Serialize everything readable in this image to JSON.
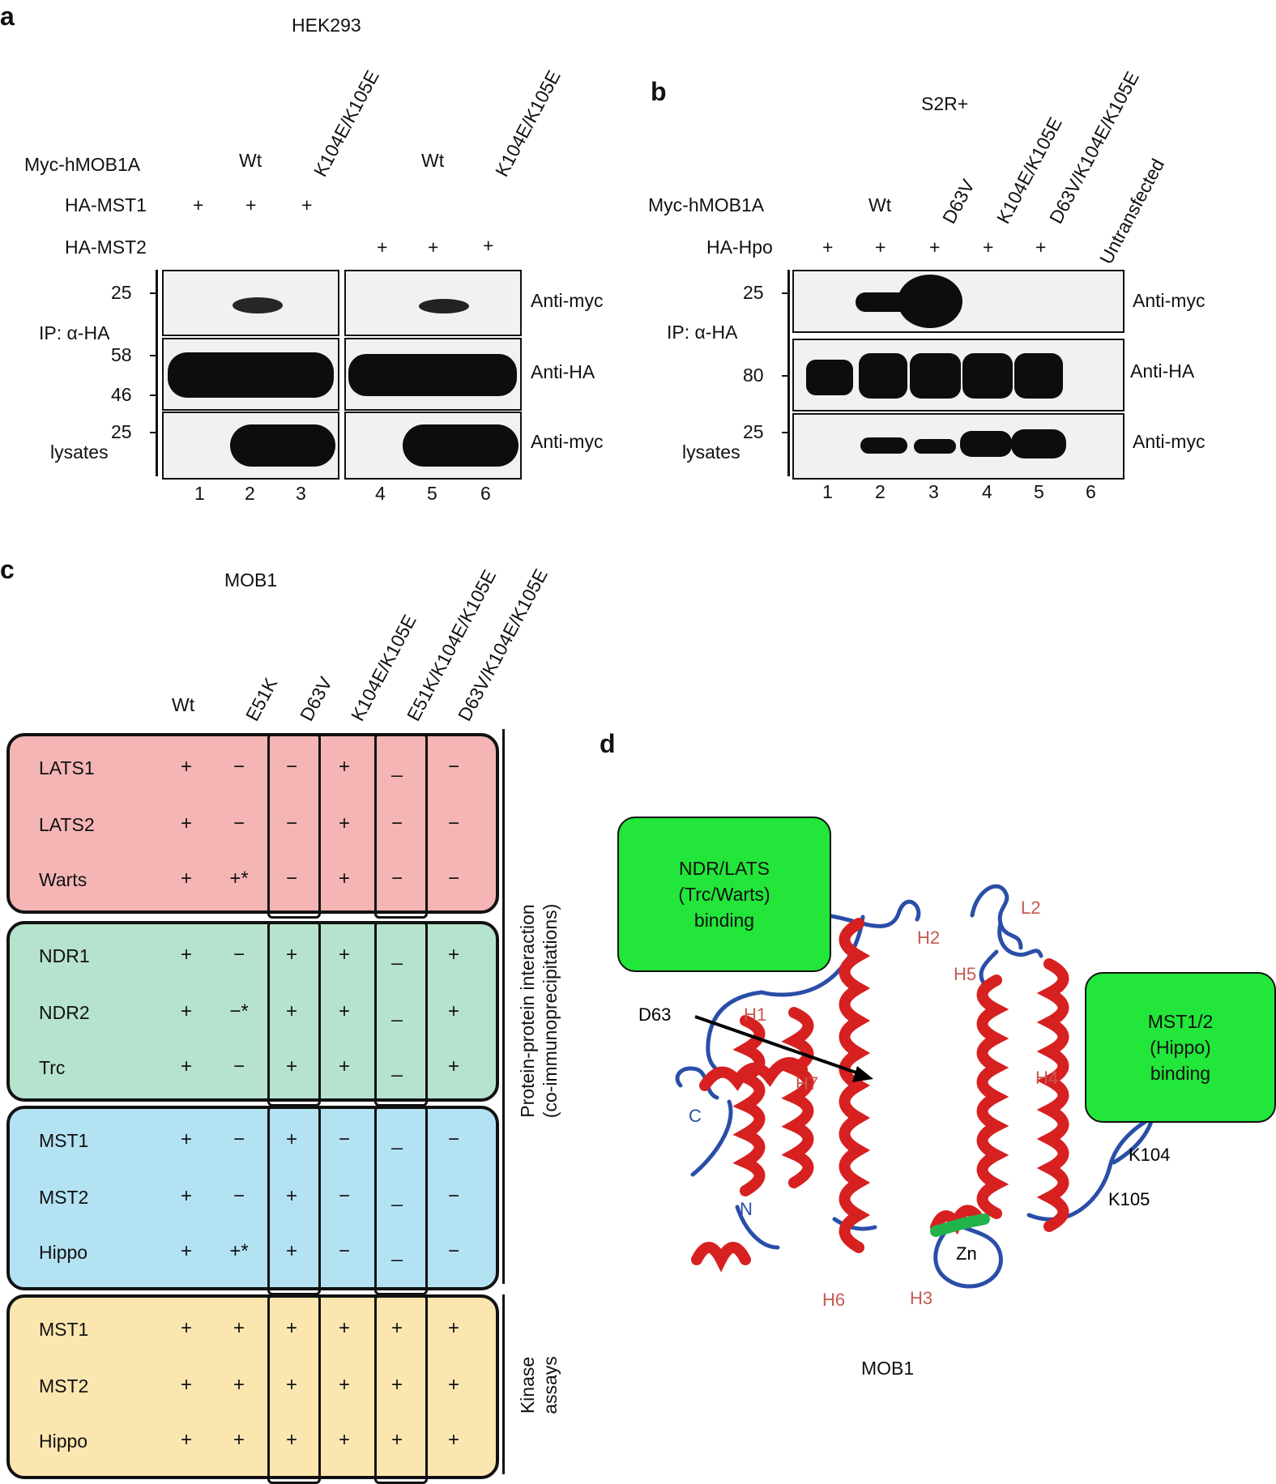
{
  "panel_a": {
    "letter": "a",
    "cell_line": "HEK293",
    "row_labels": {
      "myc": "Myc-hMOB1A",
      "mst1": "HA-MST1",
      "mst2": "HA-MST2"
    },
    "col_headers": [
      "Wt",
      "K104E/K105E",
      "Wt",
      "K104E/K105E"
    ],
    "plus": "+",
    "mw": [
      "25",
      "58",
      "46",
      "25"
    ],
    "ip_label": "IP: α-HA",
    "lysates_label": "lysates",
    "blot_labels": [
      "Anti-myc",
      "Anti-HA",
      "Anti-myc"
    ],
    "lanes": [
      "1",
      "2",
      "3",
      "4",
      "5",
      "6"
    ]
  },
  "panel_b": {
    "letter": "b",
    "cell_line": "S2R+",
    "row_labels": {
      "myc": "Myc-hMOB1A",
      "hpo": "HA-Hpo"
    },
    "col_headers": [
      "Wt",
      "D63V",
      "K104E/K105E",
      "D63V/K104E/K105E",
      "Untransfected"
    ],
    "plus": "+",
    "mw": [
      "25",
      "80",
      "25"
    ],
    "ip_label": "IP: α-HA",
    "lysates_label": "lysates",
    "blot_labels": [
      "Anti-myc",
      "Anti-HA",
      "Anti-myc"
    ],
    "lanes": [
      "1",
      "2",
      "3",
      "4",
      "5",
      "6"
    ]
  },
  "panel_c": {
    "letter": "c",
    "title": "MOB1",
    "columns": [
      "Wt",
      "E51K",
      "D63V",
      "K104E/K105E",
      "E51K/K104E/K105E",
      "D63V/K104E/K105E"
    ],
    "groups": [
      {
        "color": "#f5b5b5",
        "rows": [
          {
            "name": "LATS1",
            "vals": [
              "+",
              "−",
              "−",
              "+",
              "_",
              "−"
            ]
          },
          {
            "name": "LATS2",
            "vals": [
              "+",
              "−",
              "−",
              "+",
              "−",
              "−"
            ]
          },
          {
            "name": "Warts",
            "vals": [
              "+",
              "+*",
              "−",
              "+",
              "−",
              "−"
            ]
          }
        ]
      },
      {
        "color": "#b6e3cd",
        "rows": [
          {
            "name": "NDR1",
            "vals": [
              "+",
              "−",
              "+",
              "+",
              "_",
              "+"
            ]
          },
          {
            "name": "NDR2",
            "vals": [
              "+",
              "−*",
              "+",
              "+",
              "_",
              "+"
            ]
          },
          {
            "name": "Trc",
            "vals": [
              "+",
              "−",
              "+",
              "+",
              "_",
              "+"
            ]
          }
        ]
      },
      {
        "color": "#b3e2f3",
        "rows": [
          {
            "name": "MST1",
            "vals": [
              "+",
              "−",
              "+",
              "−",
              "_",
              "−"
            ]
          },
          {
            "name": "MST2",
            "vals": [
              "+",
              "−",
              "+",
              "−",
              "_",
              "−"
            ]
          },
          {
            "name": "Hippo",
            "vals": [
              "+",
              "+*",
              "+",
              "−",
              "_",
              "−"
            ]
          }
        ]
      },
      {
        "color": "#fbe6b0",
        "rows": [
          {
            "name": "MST1",
            "vals": [
              "+",
              "+",
              "+",
              "+",
              "+",
              "+"
            ]
          },
          {
            "name": "MST2",
            "vals": [
              "+",
              "+",
              "+",
              "+",
              "+",
              "+"
            ]
          },
          {
            "name": "Hippo",
            "vals": [
              "+",
              "+",
              "+",
              "+",
              "+",
              "+"
            ]
          }
        ]
      }
    ],
    "side_ppi": [
      "Protein-protein interaction",
      "(co-immunoprecipitations)"
    ],
    "side_kinase": [
      "Kinase",
      "assays"
    ]
  },
  "panel_d": {
    "letter": "d",
    "box_ndr": [
      "NDR/LATS",
      "(Trc/Warts)",
      "binding"
    ],
    "box_mst": [
      "MST1/2",
      "(Hippo)",
      "binding"
    ],
    "box_color": "#22e63a",
    "helices": [
      "H1",
      "H2",
      "H3",
      "H4",
      "H5",
      "H6",
      "H7",
      "L2"
    ],
    "termini": [
      "C",
      "N"
    ],
    "residues": [
      "D63",
      "K104",
      "K105"
    ],
    "zn": "Zn",
    "caption": "MOB1"
  }
}
